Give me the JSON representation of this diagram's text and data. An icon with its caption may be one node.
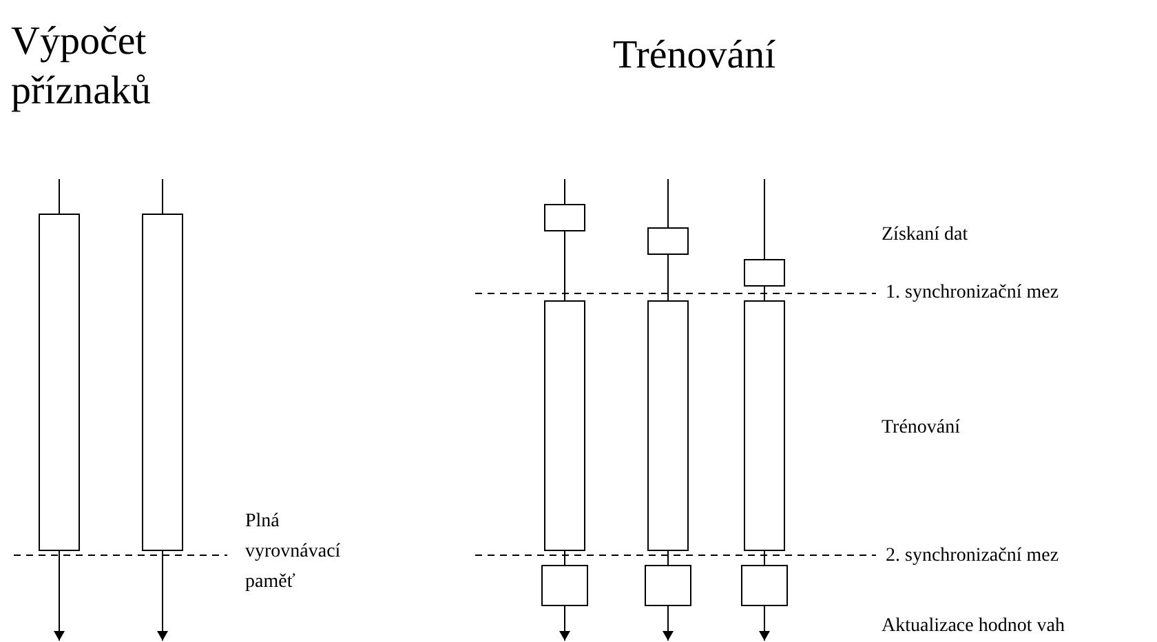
{
  "diagram": {
    "nodes": [
      {
        "text": [],
        "shape": "box"
      },
      {
        "text": [],
        "shape": "box"
      },
      {
        "text": [],
        "shape": "box"
      },
      {
        "text": [],
        "shape": "box"
      },
      {
        "text": [],
        "shape": "box"
      },
      {
        "text": [],
        "shape": "box"
      },
      {
        "text": [],
        "shape": "box"
      },
      {
        "text": [],
        "shape": "box"
      },
      {
        "text": [],
        "shape": "box"
      },
      {
        "text": [],
        "shape": "box"
      },
      {
        "text": [],
        "shape": "box"
      }
    ],
    "edges": [
      {
        "from": null,
        "to": 0,
        "arrow": "none"
      },
      {
        "from": 0,
        "to": null,
        "arrow": "to"
      },
      {
        "from": null,
        "to": 1,
        "arrow": "none"
      },
      {
        "from": 1,
        "to": null,
        "arrow": "to"
      },
      {
        "from": null,
        "to": 2,
        "arrow": "none"
      },
      {
        "from": 2,
        "to": 5,
        "arrow": "none"
      },
      {
        "from": 5,
        "to": 8,
        "arrow": "none"
      },
      {
        "from": 8,
        "to": null,
        "arrow": "to"
      },
      {
        "from": null,
        "to": 3,
        "arrow": "none"
      },
      {
        "from": 3,
        "to": 6,
        "arrow": "none"
      },
      {
        "from": 6,
        "to": 9,
        "arrow": "none"
      },
      {
        "from": 9,
        "to": null,
        "arrow": "to"
      },
      {
        "from": null,
        "to": 4,
        "arrow": "none"
      },
      {
        "from": 4,
        "to": 7,
        "arrow": "none"
      },
      {
        "from": 7,
        "to": 10,
        "arrow": "none"
      },
      {
        "from": 10,
        "to": null,
        "arrow": "to"
      }
    ],
    "labels": [
      "Výpočet příznaků",
      "Trénování",
      "Plná vyrovnávací paměť",
      "Získaní dat",
      "1. synchronizační mez",
      "Trénování",
      "2. synchronizační mez",
      "Aktualizace hodnot vah"
    ]
  }
}
